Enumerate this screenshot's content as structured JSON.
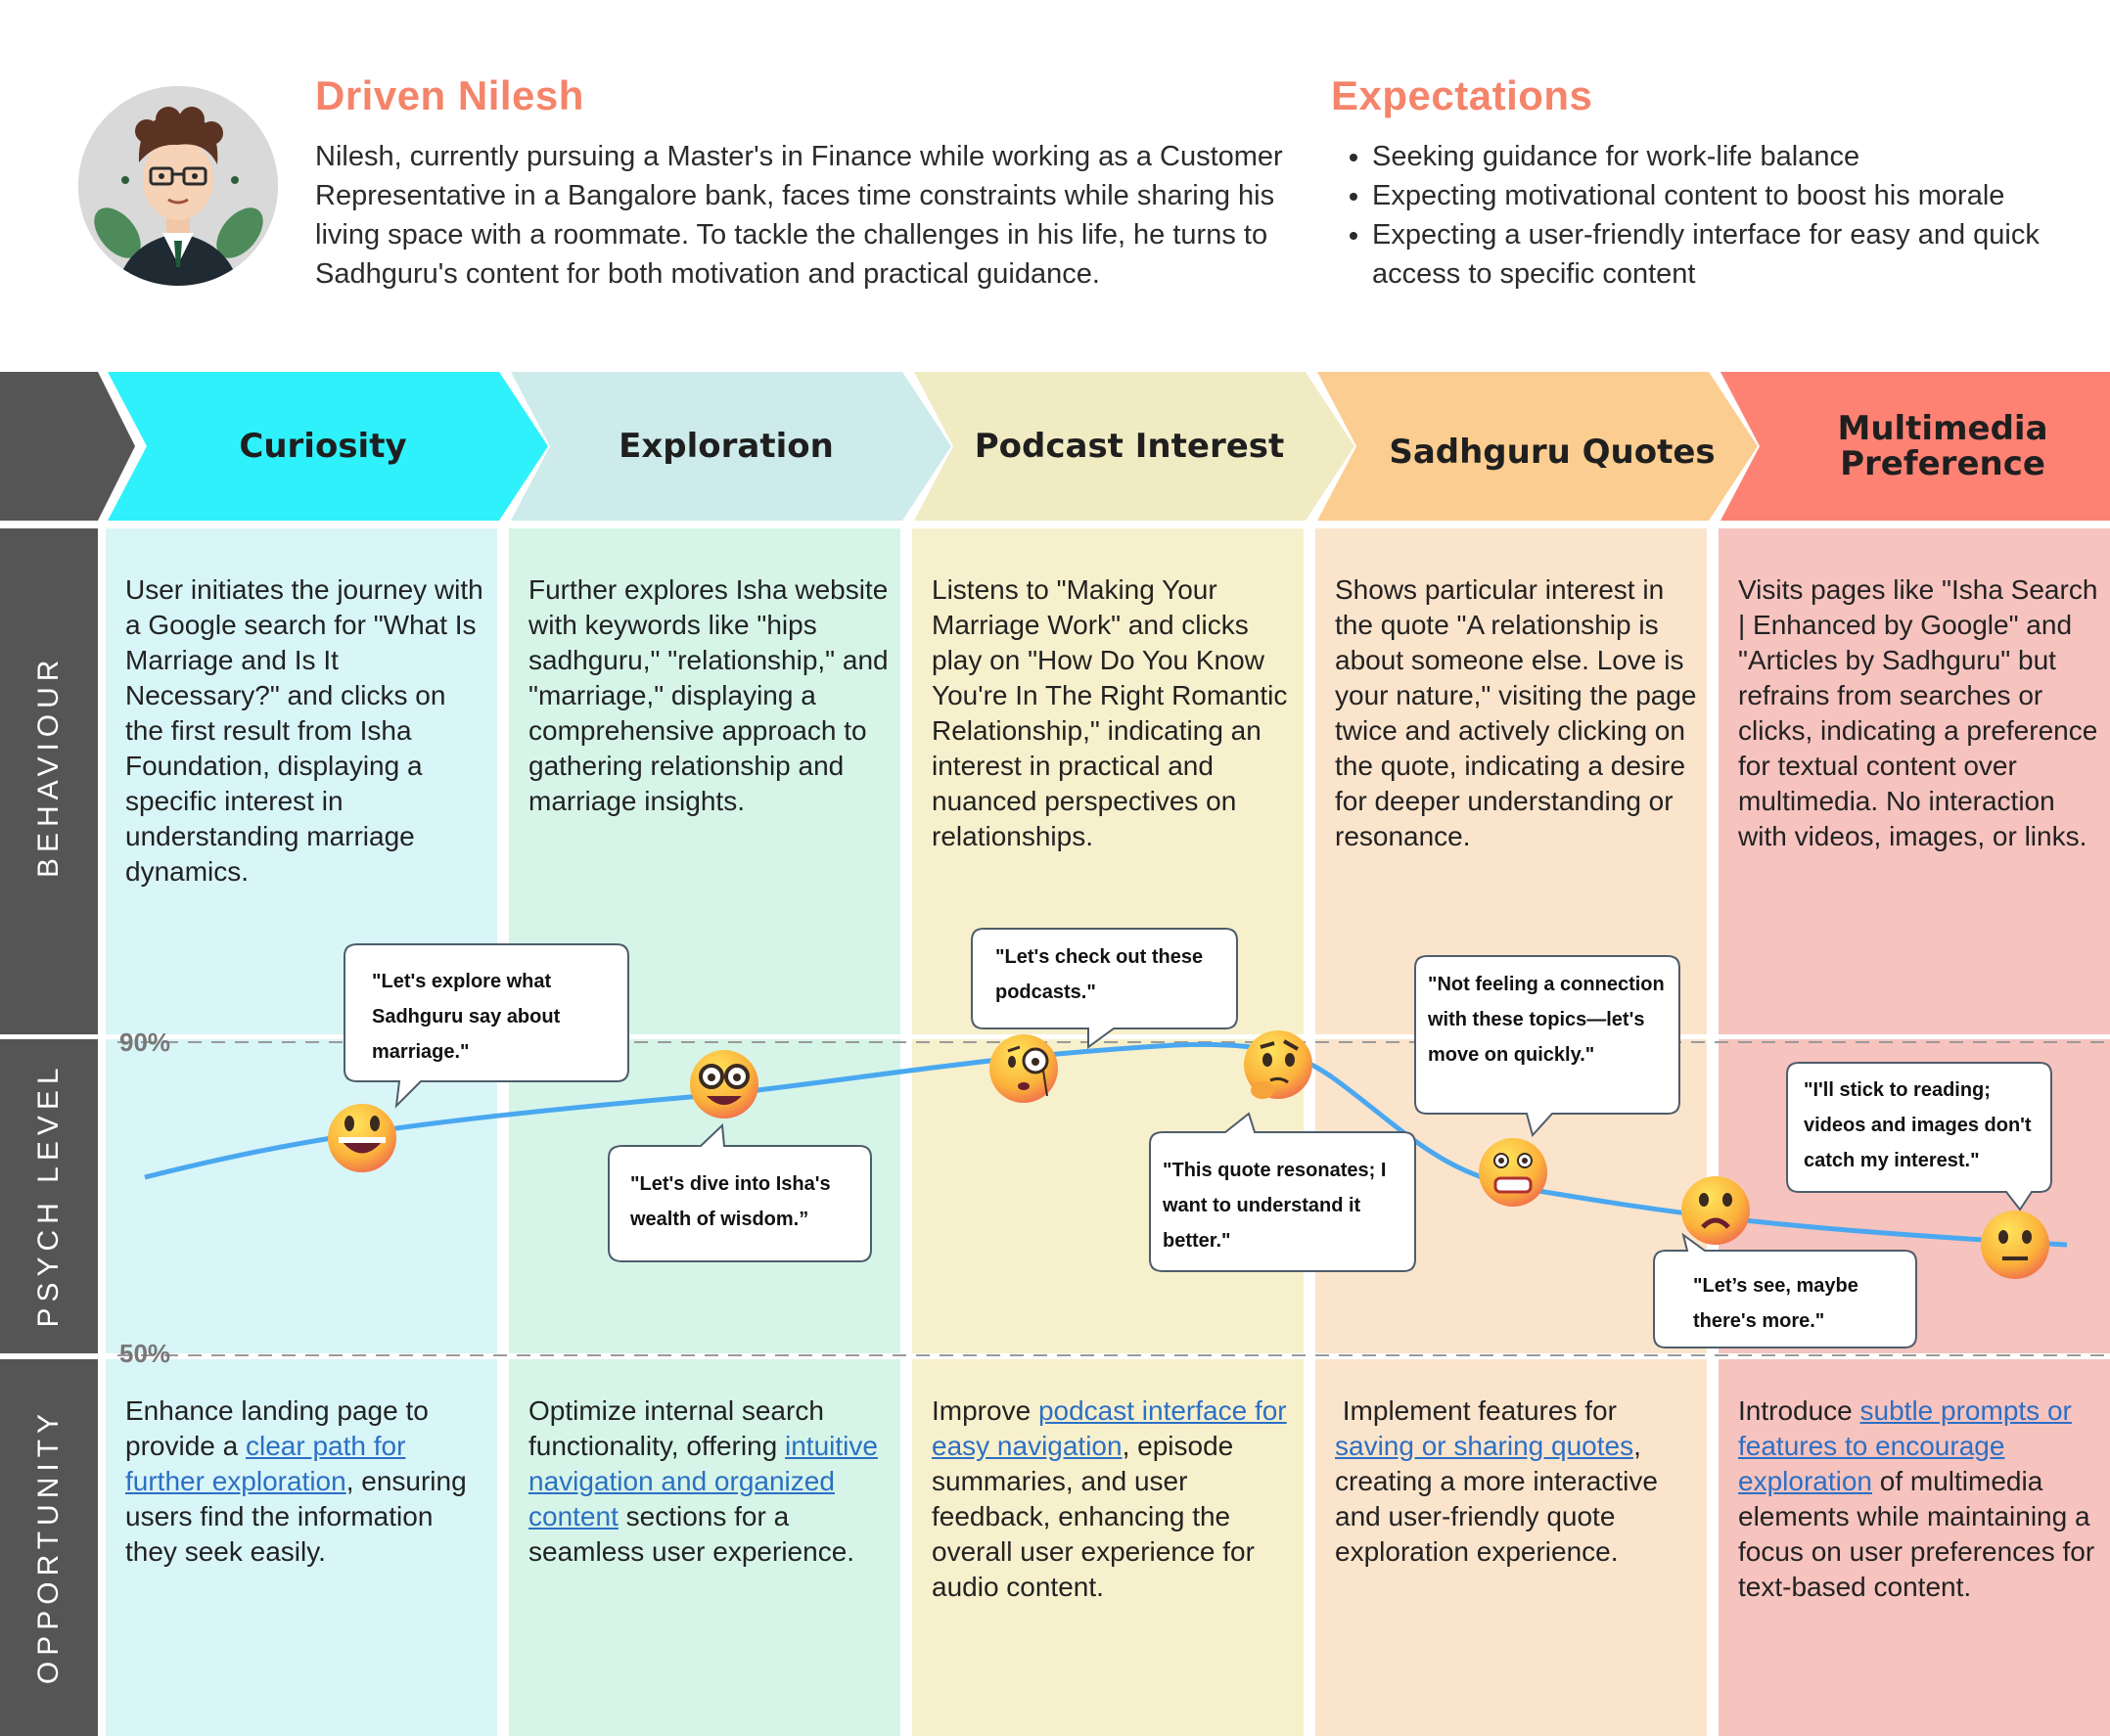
{
  "persona": {
    "name": "Driven Nilesh",
    "description": "Nilesh, currently pursuing a Master's in Finance while working as a Customer Representative in a Bangalore bank, faces time constraints while sharing his living space with a roommate. To tackle the challenges in his life, he turns to Sadhguru's content for both motivation and practical guidance."
  },
  "expectations": {
    "title": "Expectations",
    "items": [
      "Seeking guidance for work-life balance",
      "Expecting motivational content to boost his morale",
      "Expecting a user-friendly interface for easy and quick access to specific content"
    ]
  },
  "row_labels": {
    "behaviour": "BEHAVIOUR",
    "psych": "PSYCH LEVEL",
    "opportunity": "OPPORTUNITY"
  },
  "psych_axis": {
    "high": "90%",
    "low": "50%"
  },
  "stages": [
    {
      "name": "Curiosity",
      "color": "#2ef1fb",
      "light": "#d8f5f7",
      "behaviour": "User initiates the journey with a Google search for \"What Is Marriage and Is It Necessary?\" and clicks on the first result from Isha Foundation, displaying a specific interest in understanding marriage dynamics.",
      "opportunity_pre": "Enhance landing page to provide a ",
      "opportunity_link": "clear path for further exploration",
      "opportunity_post": ", ensuring users find the information they seek easily.",
      "quote": "\"Let's explore what Sadhguru say about marriage.\"",
      "emoji": "grinning-face-emoji"
    },
    {
      "name": "Exploration",
      "color": "#cdebea",
      "light": "#d6f5e8",
      "behaviour": "Further explores Isha website with keywords like \"hips sadhguru,\" \"relationship,\" and \"marriage,\" displaying a comprehensive approach to gathering relationship and marriage insights.",
      "opportunity_pre": "Optimize internal search functionality, offering ",
      "opportunity_link": "intuitive navigation and organized content",
      "opportunity_post": " sections for a seamless user experience.",
      "quote": "\"Let's dive into Isha's wealth of wisdom.”",
      "emoji": "nerd-face-emoji"
    },
    {
      "name": "Podcast Interest",
      "color": "#f1ebc4",
      "light": "#f7f0cc",
      "behaviour": "Listens to \"Making Your Marriage Work\" and clicks play on \"How Do You Know You're In The Right Romantic Relationship,\" indicating an interest in practical and nuanced perspectives on relationships.",
      "opportunity_pre": "Improve ",
      "opportunity_link": "podcast interface for easy navigation",
      "opportunity_post": ", episode summaries, and user feedback, enhancing the overall user experience for audio content.",
      "quote": "\"Let's check out these podcasts.\"",
      "emoji": "monocle-face-emoji"
    },
    {
      "name": "Sadhguru Quotes",
      "color": "#fccd90",
      "light": "#fbe4cc",
      "behaviour": "Shows particular interest in the quote \"A relationship is about someone else. Love is your nature,\" visiting the page twice and actively clicking on the quote, indicating a desire for deeper understanding or resonance.",
      "opportunity_pre": " Implement features for ",
      "opportunity_link": "saving or sharing quotes",
      "opportunity_post": ", creating a more interactive and user-friendly quote exploration experience.",
      "quote": "\"This quote resonates; I want to understand it better.\"",
      "quote2": "\"Not feeling a connection with these topics—let's move on quickly.\"",
      "emoji": "thinking-face-emoji"
    },
    {
      "name": "Multimedia Preference",
      "color": "#fe8274",
      "light": "#f6c3be",
      "behaviour": "Visits pages like \"Isha Search | Enhanced by Google\" and \"Articles by Sadhguru\" but refrains from searches or clicks, indicating a preference for textual content over multimedia. No interaction with videos, images, or links.",
      "opportunity_pre": "Introduce ",
      "opportunity_link": "subtle prompts or features to encourage exploration",
      "opportunity_post": " of multimedia elements while maintaining a focus on user preferences for text-based content.",
      "quote": "\"I'll stick to reading; videos and images don't catch my interest.\"",
      "quote2": "\"Let’s see, maybe there's more.\"",
      "emoji": "neutral-face-emoji"
    }
  ]
}
